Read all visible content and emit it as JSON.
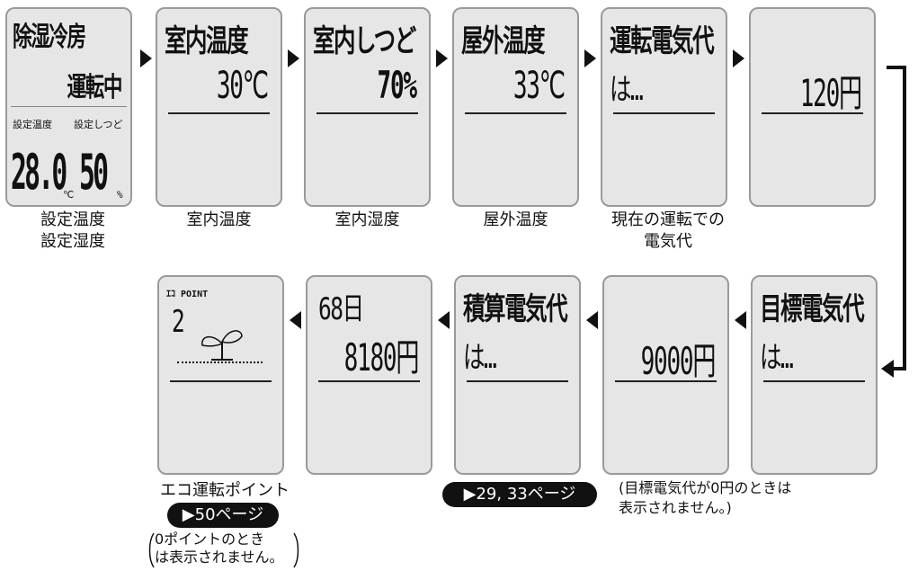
{
  "top_row": [
    {
      "title": "除湿冷房",
      "line2": "運転中",
      "sub1": "設定温度",
      "sub2": "設定しつど",
      "temp": "28.0",
      "temp_unit": "℃",
      "hum": "50",
      "hum_unit": "%",
      "caption": "設定温度\n設定湿度"
    },
    {
      "title": "室内温度",
      "value": "30℃",
      "caption": "室内温度"
    },
    {
      "title": "室内しつど",
      "value": "70%",
      "caption": "室内湿度"
    },
    {
      "title": "屋外温度",
      "value": "33℃",
      "caption": "屋外温度"
    },
    {
      "title": "運転電気代",
      "line2": "は…",
      "caption": "現在の運転での\n電気代"
    },
    {
      "value": "120円"
    }
  ],
  "bottom_row": [
    {
      "title": "目標電気代",
      "line2": "は…"
    },
    {
      "value": "9000円"
    },
    {
      "title": "積算電気代",
      "line2": "は…"
    },
    {
      "title": "68日",
      "value": "8180円"
    },
    {
      "label": "ｴｺ POINT",
      "value": "2",
      "caption": "エコ運転ポイント"
    }
  ],
  "pill_eco": "▶50ページ",
  "pill_sekisan": "▶29, 33ページ",
  "note_eco": "0ポイントのとき\nは表示されません。",
  "note_target": "(目標電気代が0円のときは\n表示されません。)"
}
